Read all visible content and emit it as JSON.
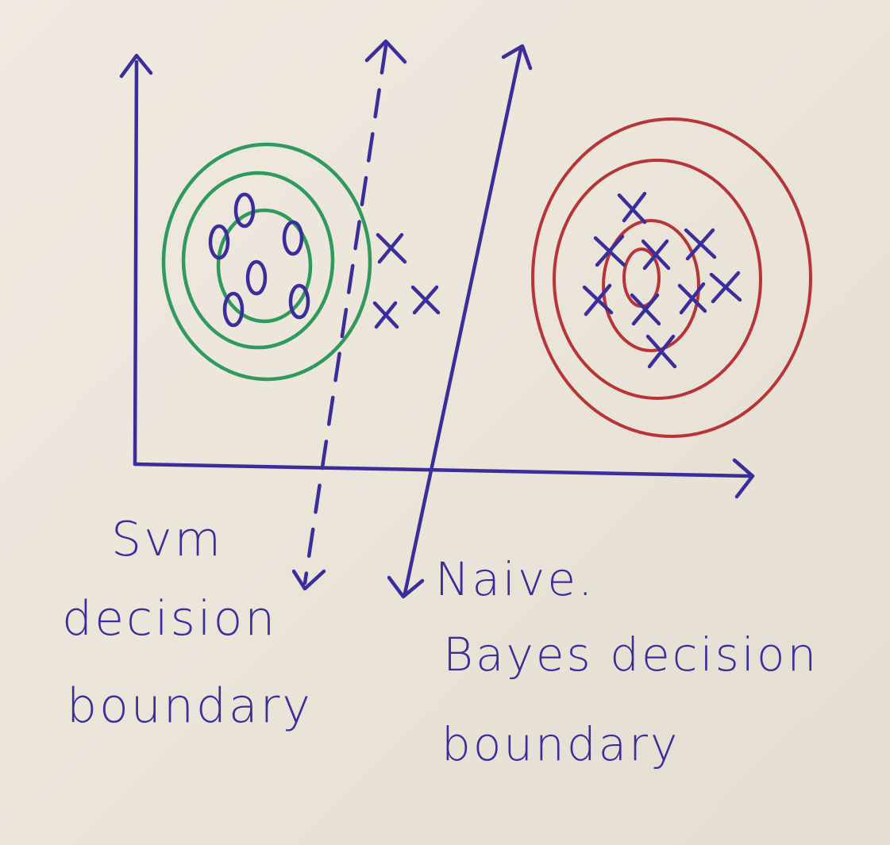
{
  "labels": {
    "svm_line1": "Svm",
    "svm_line2": "decision",
    "svm_line3": "boundary",
    "nb_line1": "Naive.",
    "nb_line2": "Bayes decision",
    "nb_line3": "boundary"
  },
  "colors": {
    "ink": "#3a2e9c",
    "class_o_contours": "#2f9a5c",
    "class_x_contours": "#b73538",
    "paper": "#ece6dc"
  },
  "markers": {
    "class_o_symbol": "0",
    "class_x_symbol": "×"
  }
}
